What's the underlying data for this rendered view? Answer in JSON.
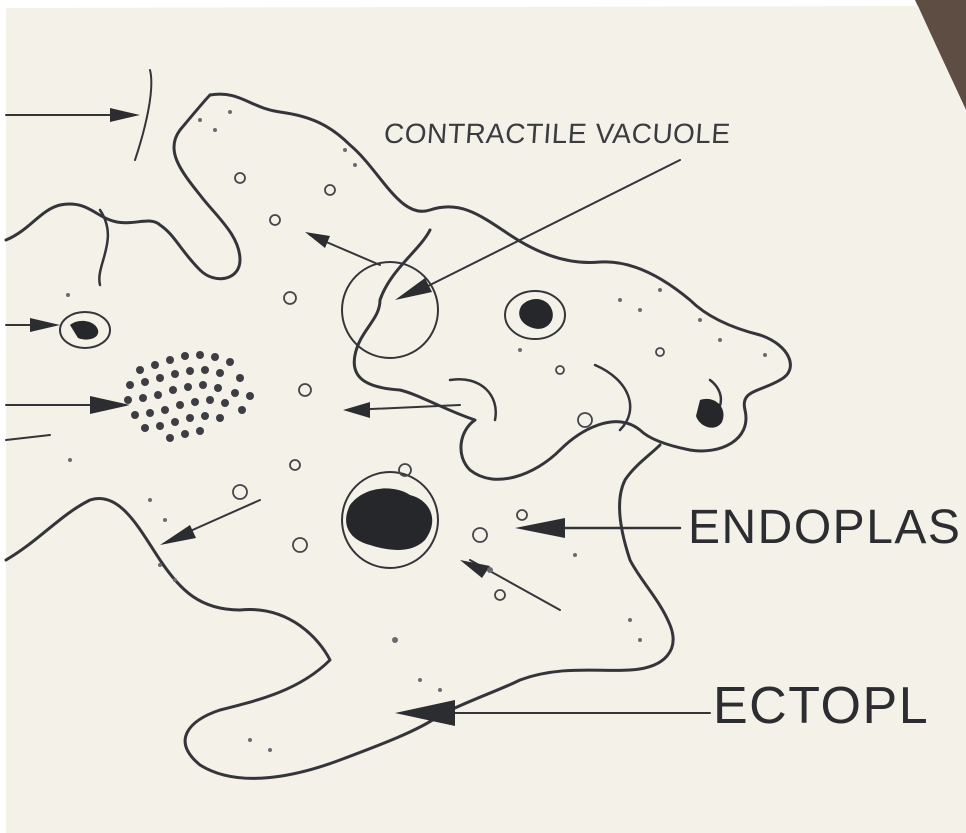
{
  "labels": {
    "contractile_vacuole": "CONTRACTILE VACUOLE",
    "endoplasm": "ENDOPLAS",
    "ectoplasm": "ECTOPL"
  },
  "colors": {
    "paper": "#f3f1e8",
    "background_edge": "#6b5a4c",
    "ink": "#2c2d31",
    "ink_light": "#5b5d63"
  }
}
